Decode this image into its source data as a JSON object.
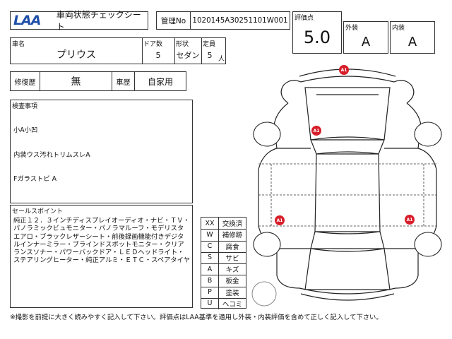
{
  "header": {
    "logo_text": "LAA",
    "sheet_title": "車両状態チェックシート",
    "mgmt_label": "管理No",
    "mgmt_value": "1020145A30251101W001"
  },
  "evaluation": {
    "score_label": "評価点",
    "score_value": "5.0",
    "exterior_label": "外装",
    "exterior_value": "A",
    "interior_label": "内装",
    "interior_value": "A"
  },
  "car": {
    "name_label": "車名",
    "name_value": "プリウス",
    "doors_label": "ドア数",
    "doors_value": "5",
    "shape_label": "形状",
    "shape_value": "セダン",
    "capacity_label": "定員",
    "capacity_value": "5",
    "capacity_unit": "人"
  },
  "history": {
    "repair_label": "修復歴",
    "repair_value": "無",
    "usage_label": "車歴",
    "usage_value": "自家用"
  },
  "inspection": {
    "label": "検査事項",
    "lines": [
      "小A小凹",
      "内装ウス汚れトリムスレA",
      "Fガラストビ A"
    ]
  },
  "sales": {
    "label": "セールスポイント",
    "text": "純正１２．３インチディスプレイオーディオ・ナビ・ＴＶ・パノラミックビュモニター・パノラマルーフ・モデリスタエアロ・ブラックレザーシート・前後録画機能付きデジタルインナーミラー・ブラインドスポットモニター・クリアランスソナー・パワーバックドア・ＬＥＤヘッドライト・ステアリングヒーター・純正アルミ・ＥＴＣ・スペアタイヤ"
  },
  "legend": [
    {
      "code": "XX",
      "desc": "交換済"
    },
    {
      "code": "W",
      "desc": "補修跡"
    },
    {
      "code": "C",
      "desc": "腐食"
    },
    {
      "code": "S",
      "desc": "サビ"
    },
    {
      "code": "A",
      "desc": "キズ"
    },
    {
      "code": "B",
      "desc": "板金"
    },
    {
      "code": "P",
      "desc": "塗装"
    },
    {
      "code": "U",
      "desc": "ヘコミ"
    }
  ],
  "damage_marks": {
    "front_bumper": "A1",
    "bonnet": "A1",
    "left_side": "A1",
    "right_side": "A1",
    "color": "#d81e2a"
  },
  "footer": {
    "note": "※撮影を前提に大きく読みやすく記入して下さい。評価点はLAA基準を適用し外装・内装評価を含めて正しく記入して下さい。"
  }
}
